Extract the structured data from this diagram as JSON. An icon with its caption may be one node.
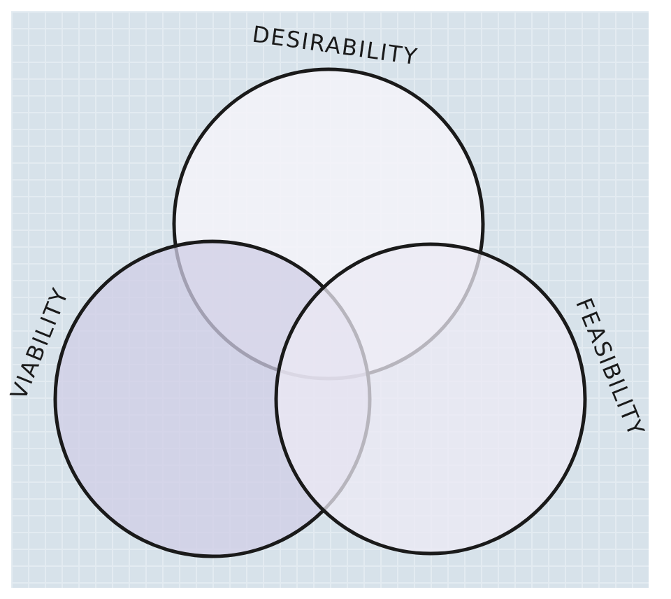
{
  "diagram": {
    "nodes": [
      {
        "text": [
          "DESIRABILITY"
        ]
      },
      {
        "text": [
          "VIABILITY"
        ]
      },
      {
        "text": [
          "FEASIBILITY"
        ]
      }
    ]
  }
}
